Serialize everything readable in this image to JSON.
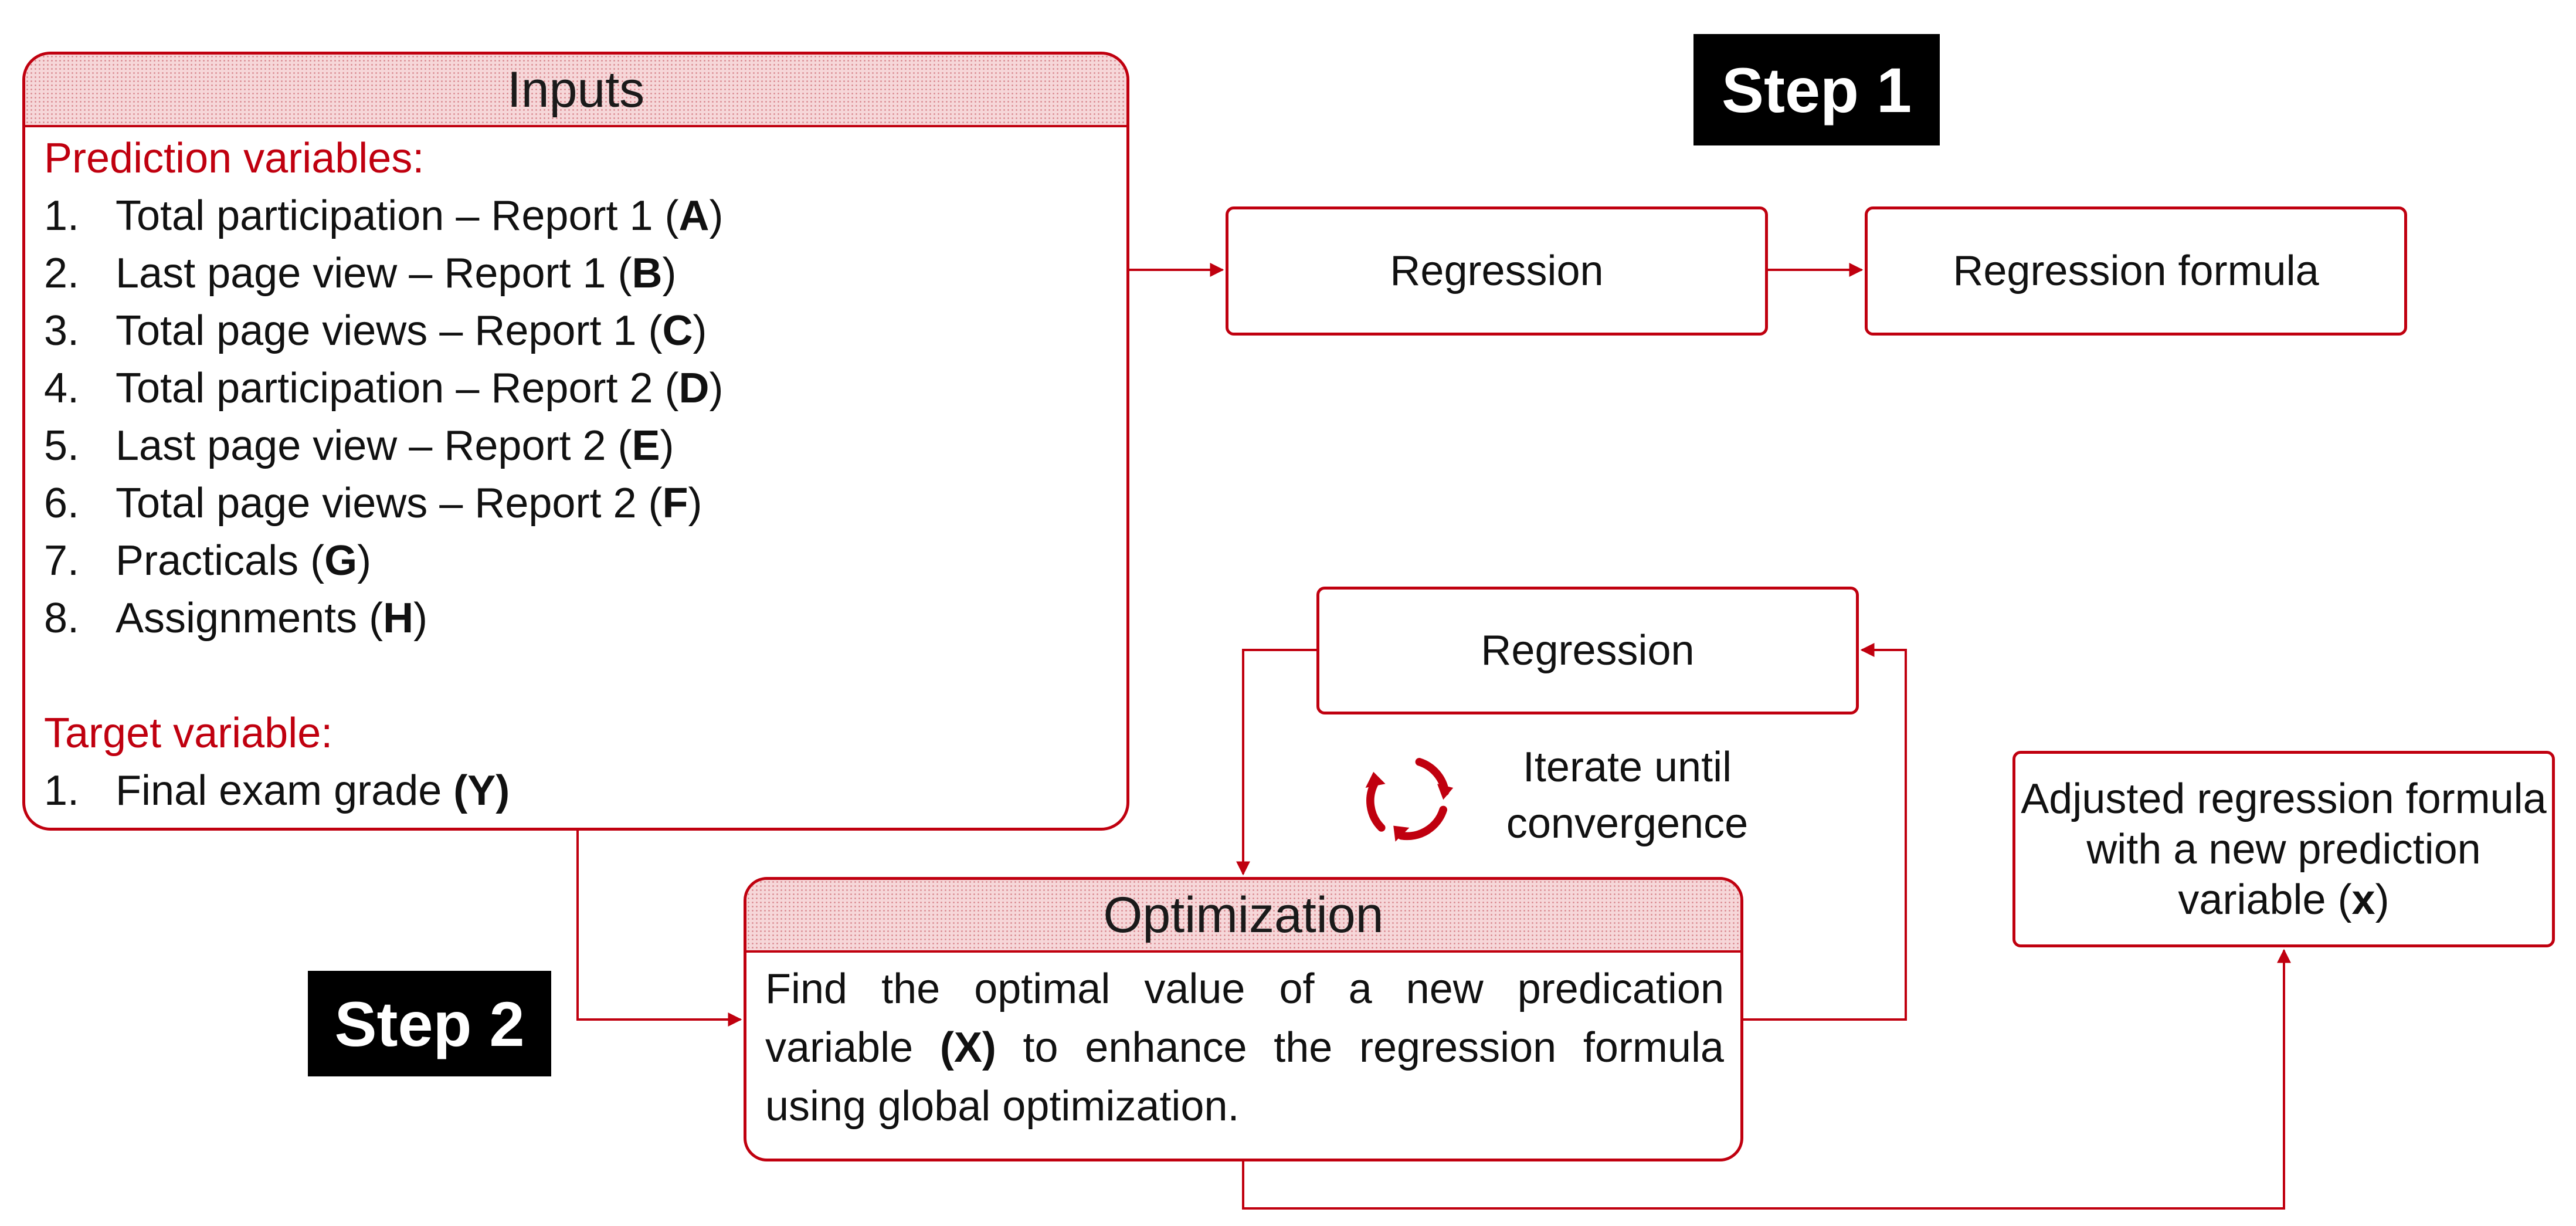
{
  "inputs": {
    "title": "Inputs",
    "prediction_label": "Prediction variables:",
    "prediction_items": [
      {
        "num": "1.",
        "text": "Total participation – Report 1 (",
        "bold": "A",
        "close": ")"
      },
      {
        "num": "2.",
        "text": "Last page view – Report 1 (",
        "bold": "B",
        "close": ")"
      },
      {
        "num": "3.",
        "text": "Total page views – Report 1 (",
        "bold": "C",
        "close": ")"
      },
      {
        "num": "4.",
        "text": "Total participation – Report 2 (",
        "bold": "D",
        "close": ")"
      },
      {
        "num": "5.",
        "text": "Last page view – Report 2 (",
        "bold": "E",
        "close": ")"
      },
      {
        "num": "6.",
        "text": "Total page views – Report 2 (",
        "bold": "F",
        "close": ")"
      },
      {
        "num": "7.",
        "text": "Practicals  (",
        "bold": "G",
        "close": ")"
      },
      {
        "num": "8.",
        "text": "Assignments (",
        "bold": "H",
        "close": ")"
      }
    ],
    "target_label": "Target variable:",
    "target_items": [
      {
        "num": "1.",
        "text": "Final exam grade ",
        "bold": "(Y)",
        "close": ""
      }
    ]
  },
  "step1": {
    "badge": "Step 1",
    "regression_label": "Regression",
    "formula_label": "Regression formula"
  },
  "step2": {
    "badge": "Step 2",
    "regression_label": "Regression",
    "iterate_line1": "Iterate until",
    "iterate_line2": "convergence",
    "optimization_title": "Optimization",
    "optimization_text_1": "Find the optimal value of a new predication variable ",
    "optimization_bold": "(X)",
    "optimization_text_2": " to enhance the regression formula using global optimization.",
    "adjusted_text_1": "Adjusted regression formula with a new prediction variable (",
    "adjusted_bold": "x",
    "adjusted_text_2": ")"
  },
  "colors": {
    "accent_red": "#c0000f",
    "header_fill": "#f6d7d9",
    "badge_bg": "#000000",
    "badge_text": "#ffffff"
  },
  "icons": {
    "cycle": "circular-arrows-icon"
  }
}
